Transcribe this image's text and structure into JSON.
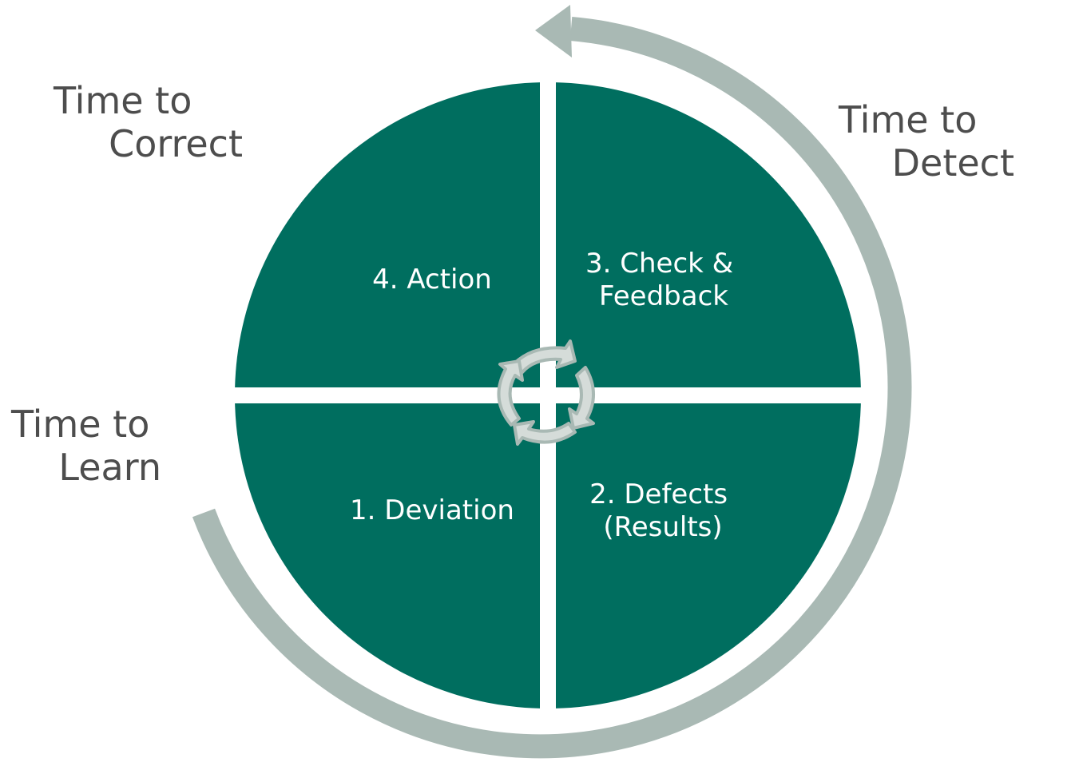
{
  "colors": {
    "quadrant_fill": "#006e5f",
    "arrow": "#a9b9b4",
    "divider": "#ffffff",
    "side_text": "#4d4d4d",
    "quadrant_text": "#ffffff"
  },
  "side_labels": {
    "correct": {
      "line1": "Time to",
      "line2": "Correct"
    },
    "detect": {
      "line1": "Time to",
      "line2": "Detect"
    },
    "learn": {
      "line1": "Time to",
      "line2": "Learn"
    }
  },
  "quadrants": {
    "action": {
      "line1": "4. Action"
    },
    "check": {
      "line1": "3. Check &",
      "line2": "Feedback"
    },
    "deviation": {
      "line1": "1. Deviation"
    },
    "defects": {
      "line1": "2. Defects",
      "line2": "(Results)"
    }
  },
  "icons": {
    "outer_cycle": "counter-clockwise-arrow-icon",
    "center_cycle": "cycle-arrows-icon"
  }
}
